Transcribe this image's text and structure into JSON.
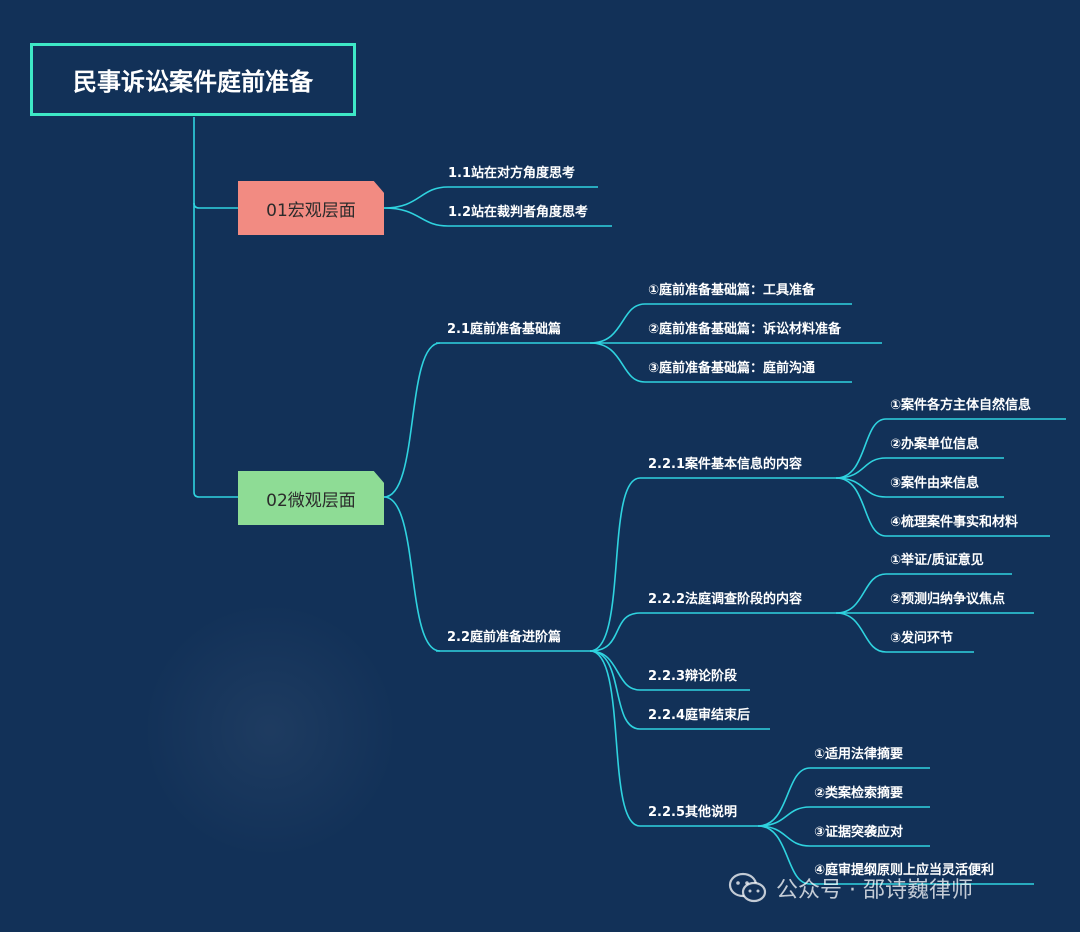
{
  "root": {
    "title": "民事诉讼案件庭前准备"
  },
  "macro": {
    "label": "01宏观层面",
    "items": [
      "1.1站在对方角度思考",
      "1.2站在裁判者角度思考"
    ]
  },
  "micro": {
    "label": "02微观层面",
    "basic": {
      "label": "2.1庭前准备基础篇",
      "items": [
        "①庭前准备基础篇：工具准备",
        "②庭前准备基础篇：诉讼材料准备",
        "③庭前准备基础篇：庭前沟通"
      ]
    },
    "advanced": {
      "label": "2.2庭前准备进阶篇",
      "case_info": {
        "label": "2.2.1案件基本信息的内容",
        "items": [
          "①案件各方主体自然信息",
          "②办案单位信息",
          "③案件由来信息",
          "④梳理案件事实和材料"
        ]
      },
      "investigation": {
        "label": "2.2.2法庭调查阶段的内容",
        "items": [
          "①举证/质证意见",
          "②预测归纳争议焦点",
          "③发问环节"
        ]
      },
      "debate": {
        "label": "2.2.3辩论阶段"
      },
      "after_trial": {
        "label": "2.2.4庭审结束后"
      },
      "other": {
        "label": "2.2.5其他说明",
        "items": [
          "①适用法律摘要",
          "②类案检索摘要",
          "③证据突袭应对",
          "④庭审提纲原则上应当灵活便利"
        ]
      }
    }
  },
  "watermark": {
    "text": "公众号 · 邵诗巍律师",
    "icon": "wechat-icon"
  },
  "colors": {
    "background": "#123158",
    "connector": "#2fd3df",
    "root_border": "#3ee8c6",
    "macro_fill": "#f28b82",
    "micro_fill": "#8edc95"
  }
}
